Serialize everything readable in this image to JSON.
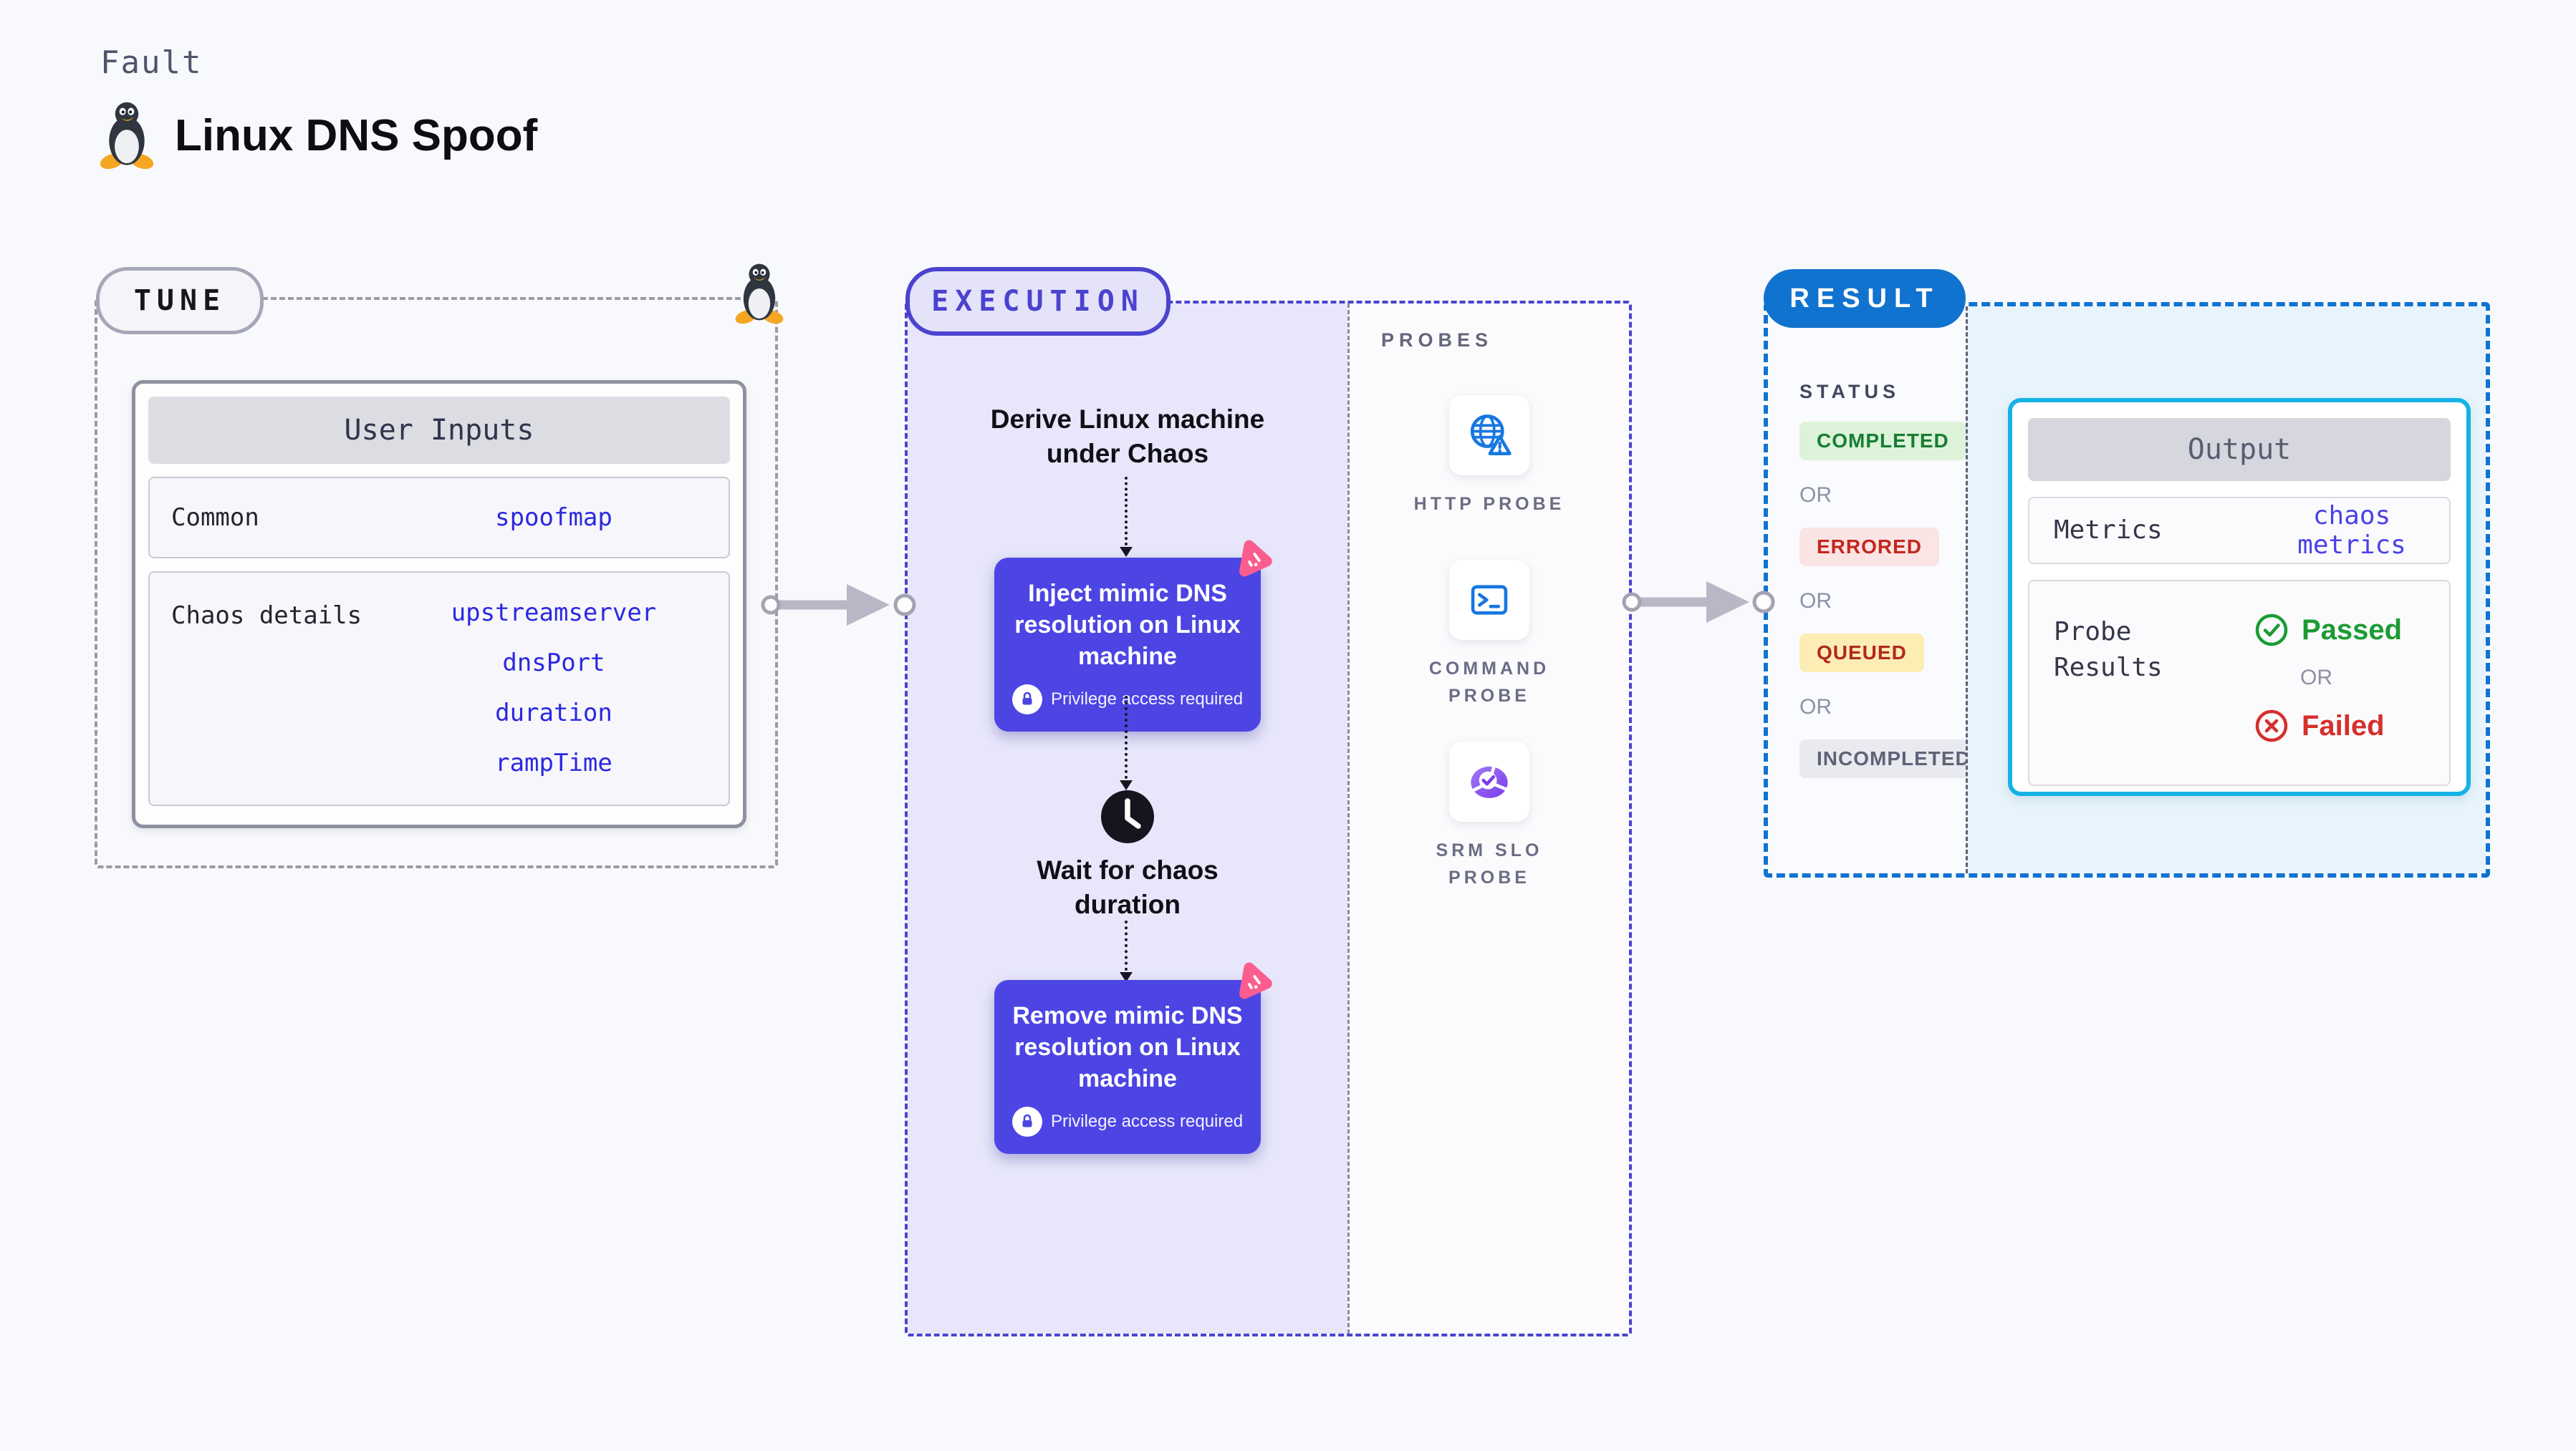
{
  "header": {
    "category": "Fault",
    "title": "Linux DNS Spoof"
  },
  "tune": {
    "label": "TUNE",
    "card_title": "User Inputs",
    "rows": [
      {
        "label": "Common",
        "values": [
          "spoofmap"
        ]
      },
      {
        "label": "Chaos details",
        "values": [
          "upstreamserver",
          "dnsPort",
          "duration",
          "rampTime"
        ]
      }
    ]
  },
  "execution": {
    "label": "EXECUTION",
    "derive_label": "Derive Linux machine under Chaos",
    "inject": {
      "title": "Inject mimic DNS resolution on Linux machine",
      "badge": "Privilege access required"
    },
    "wait_label": "Wait for chaos duration",
    "remove": {
      "title": "Remove mimic DNS resolution on Linux machine",
      "badge": "Privilege access required"
    }
  },
  "probes": {
    "label": "PROBES",
    "items": [
      {
        "name": "HTTP PROBE",
        "icon": "http-probe-icon"
      },
      {
        "name": "COMMAND PROBE",
        "icon": "command-probe-icon"
      },
      {
        "name": "SRM SLO PROBE",
        "icon": "srm-slo-probe-icon"
      }
    ]
  },
  "result": {
    "label": "RESULT",
    "status_heading": "STATUS",
    "or_label": "OR",
    "statuses": [
      {
        "text": "COMPLETED",
        "fg": "#177d33",
        "bg": "#dcf2d9"
      },
      {
        "text": "ERRORED",
        "fg": "#c3271e",
        "bg": "#fbe4e4"
      },
      {
        "text": "QUEUED",
        "fg": "#b3271e",
        "bg": "#fcedb4"
      },
      {
        "text": "INCOMPLETED",
        "fg": "#606276",
        "bg": "#e9e9f0"
      }
    ],
    "output": {
      "title": "Output",
      "metrics_label": "Metrics",
      "metrics_value": "chaos metrics",
      "probe_results_label": "Probe Results",
      "passed": "Passed",
      "or": "OR",
      "failed": "Failed"
    }
  },
  "colors": {
    "accent_indigo": "#4b43cf",
    "accent_blue": "#1173d0",
    "action_purple": "#4c45e4",
    "chaos_pink": "#fb5d8f",
    "value_blue": "#2b28e2",
    "output_border_cyan": "#15b2e5",
    "passed_green": "#1a9c33",
    "failed_red": "#d62f2c",
    "probe_icon_blue": "#1777e0",
    "probe_icon_purple": "#8b5cf6"
  }
}
